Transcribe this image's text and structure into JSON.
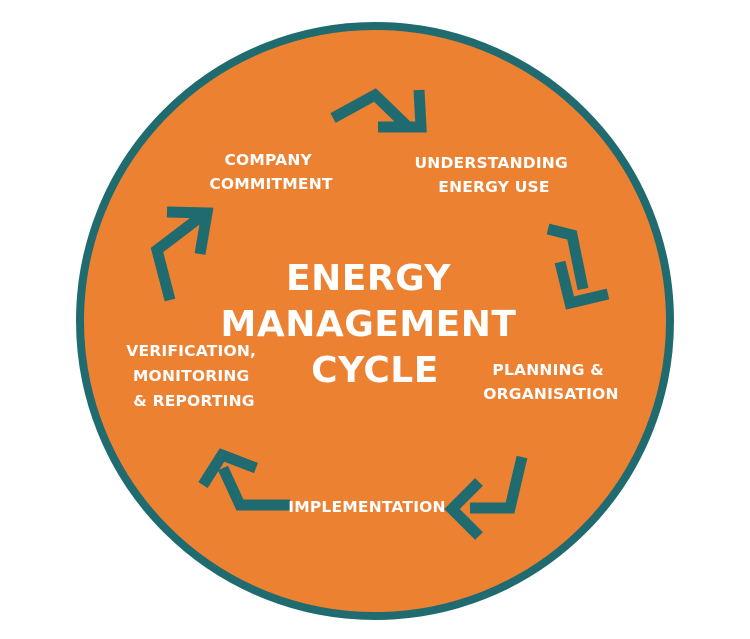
{
  "diagram": {
    "title_lines": [
      "ENERGY",
      "MANAGEMENT",
      "CYCLE"
    ],
    "stages": [
      {
        "lines": [
          "COMPANY",
          "COMMITMENT"
        ]
      },
      {
        "lines": [
          "UNDERSTANDING",
          "ENERGY USE"
        ]
      },
      {
        "lines": [
          "PLANNING &",
          "ORGANISATION"
        ]
      },
      {
        "lines": [
          "IMPLEMENTATION"
        ]
      },
      {
        "lines": [
          "VERIFICATION,",
          "MONITORING",
          "& REPORTING"
        ]
      }
    ],
    "colors": {
      "circle_fill": "#ED8132",
      "circle_border": "#1F6B70",
      "arrow": "#1F6B70",
      "text": "#FFFFFF"
    },
    "icons": [
      "arrow-icon",
      "arrow-icon",
      "arrow-icon",
      "arrow-icon",
      "arrow-icon"
    ]
  }
}
